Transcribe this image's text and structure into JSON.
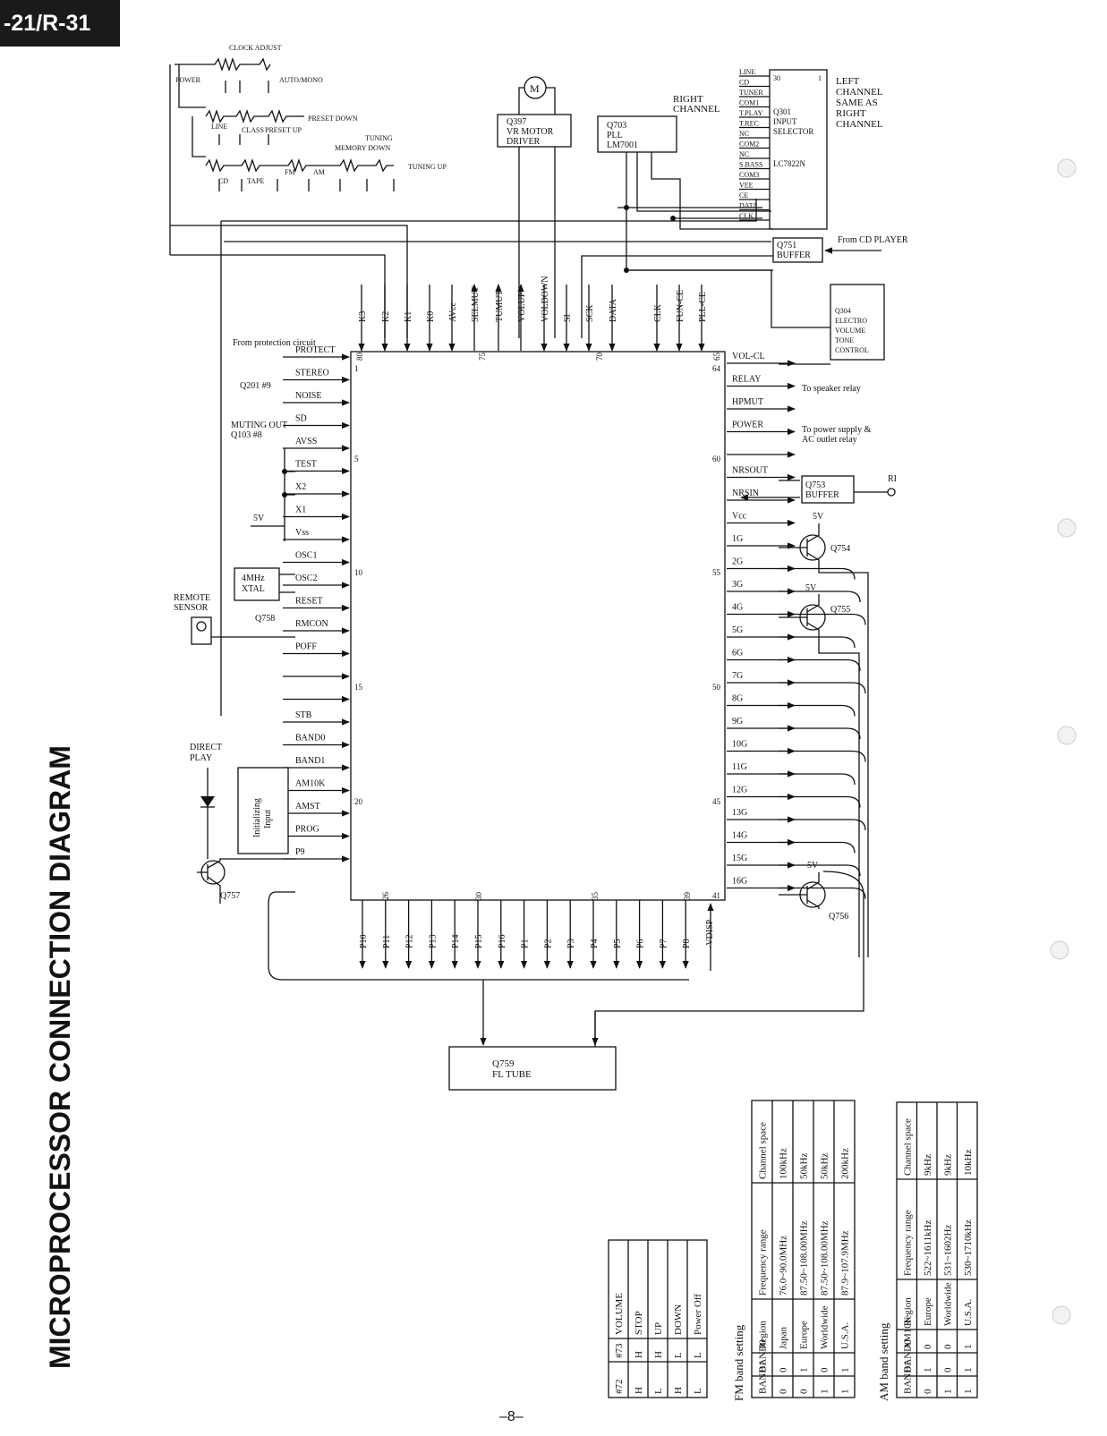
{
  "header": {
    "model_tab": "-21/R-31"
  },
  "page": {
    "side_title": "MICROPROCESSOR CONNECTION DIAGRAM",
    "page_number": "–8–"
  },
  "keys": {
    "clock_adjust": "CLOCK ADJUST",
    "power": "POWER",
    "auto_mono": "AUTO/MONO",
    "line": "LINE",
    "class": "CLASS",
    "preset_up": "PRESET UP",
    "preset_down": "PRESET DOWN",
    "tuning_down": "TUNING",
    "memory_down": "MEMORY DOWN",
    "tuning_up": "TUNING UP",
    "cd": "CD",
    "tape": "TAPE",
    "fm": "FM",
    "am": "AM"
  },
  "blocks": {
    "motor": "M",
    "q397": [
      "Q397",
      "VR MOTOR",
      "DRIVER"
    ],
    "q703": [
      "Q703",
      "PLL",
      "LM7001"
    ],
    "right_channel": [
      "RIGHT",
      "CHANNEL"
    ],
    "q301_inputs": [
      "LINE",
      "CD",
      "TUNER",
      "COM1",
      "T.PLAY",
      "T.REC",
      "NC",
      "COM2",
      "NC",
      "S.BASS",
      "COM3",
      "VEE",
      "CE",
      "DATA",
      "CLK"
    ],
    "q301_pins": [
      "30",
      "1"
    ],
    "q301_label": [
      "Q301",
      "INPUT",
      "SELECTOR"
    ],
    "q301_part": "LC7822N",
    "left_channel": [
      "LEFT",
      "CHANNEL",
      "SAME AS",
      "RIGHT",
      "CHANNEL"
    ],
    "q751": [
      "Q751",
      "BUFFER"
    ],
    "from_cd": "From CD PLAYER",
    "q304": [
      "Q304",
      "ELECTRO",
      "VOLUME",
      "TONE",
      "CONTROL"
    ],
    "q753": [
      "Q753",
      "BUFFER"
    ],
    "ri": "RI",
    "q754": "Q754",
    "q755": "Q755",
    "q756": "Q756",
    "q757": "Q757",
    "q758": "Q758",
    "fivev": "5V",
    "xtal": [
      "4MHz",
      "XTAL"
    ],
    "remote_sensor": [
      "REMOTE",
      "SENSOR"
    ],
    "direct_play": [
      "DIRECT",
      "PLAY"
    ],
    "init_input": [
      "Initializing",
      "Input"
    ],
    "q759": [
      "Q759",
      "FL TUBE"
    ]
  },
  "top_pins": [
    "K3",
    "K2",
    "K1",
    "K0",
    "AVcc",
    "SELMUT",
    "TUMUT",
    "VOLUP",
    "VOLDOWN",
    "SI",
    "SCK",
    "DATA",
    "CLK",
    "FUN-CE",
    "PLL-CE"
  ],
  "left_pins": [
    "PROTECT",
    "STEREO",
    "NOISE",
    "SD",
    "AVSS",
    "TEST",
    "X2",
    "X1",
    "Vss",
    "OSC1",
    "OSC2",
    "RESET",
    "RMCON",
    "POFF",
    "",
    "",
    "STB",
    "BAND0",
    "BAND1",
    "AM10K",
    "AMST",
    "PROG",
    "P9"
  ],
  "right_pins": [
    "VOL-CL",
    "RELAY",
    "HPMUT",
    "POWER",
    "",
    "NRSOUT",
    "NRSIN",
    "Vcc",
    "1G",
    "2G",
    "3G",
    "4G",
    "5G",
    "6G",
    "7G",
    "8G",
    "9G",
    "10G",
    "11G",
    "12G",
    "13G",
    "14G",
    "15G",
    "16G"
  ],
  "bottom_pins": [
    "P10",
    "P11",
    "P12",
    "P13",
    "P14",
    "P15",
    "P16",
    "P1",
    "P2",
    "P3",
    "P4",
    "P5",
    "P6",
    "P7",
    "P8",
    "-VDISP"
  ],
  "pin_numbers": {
    "top": [
      "80",
      "75",
      "70",
      "65"
    ],
    "top_right": "64",
    "left": [
      "1",
      "5",
      "10",
      "15",
      "20"
    ],
    "right": [
      "60",
      "55",
      "50",
      "45",
      "41"
    ],
    "bottom": [
      "26",
      "30",
      "35",
      "39"
    ]
  },
  "side_notes": {
    "protect_from": "From protection circuit",
    "q201": "Q201 #9",
    "muting_out": "MUTING OUT",
    "q103": "Q103 #8",
    "to_speaker": "To speaker relay",
    "to_power": [
      "To power supply &",
      "AC outlet relay"
    ]
  },
  "tables": {
    "volume": {
      "columns": [
        "#72",
        "#73",
        "VOLUME"
      ],
      "rows": [
        [
          "H",
          "H",
          "STOP"
        ],
        [
          "L",
          "H",
          "UP"
        ],
        [
          "H",
          "L",
          "DOWN"
        ],
        [
          "L",
          "L",
          "Power Off"
        ]
      ]
    },
    "fm": {
      "title": "FM band setting",
      "columns": [
        "BAND1",
        "BAND0",
        "Region",
        "Frequency range",
        "Channel space"
      ],
      "rows": [
        [
          "0",
          "0",
          "Japan",
          "76.0~90.0MHz",
          "100kHz"
        ],
        [
          "0",
          "1",
          "Europe",
          "87.50~108.00MHz",
          "50kHz"
        ],
        [
          "1",
          "0",
          "Worldwide",
          "87.50~108.00MHz",
          "50kHz"
        ],
        [
          "1",
          "1",
          "U.S.A.",
          "87.9~107.9MHz",
          "200kHz"
        ]
      ]
    },
    "am": {
      "title": "AM band setting",
      "columns": [
        "BAND1",
        "BAND0",
        "AM10K",
        "Region",
        "Frequency range",
        "Channel space"
      ],
      "rows": [
        [
          "0",
          "1",
          "0",
          "Europe",
          "522~1611kHz",
          "9kHz"
        ],
        [
          "1",
          "0",
          "0",
          "Worldwide",
          "531~1602Hz",
          "9kHz"
        ],
        [
          "1",
          "1",
          "1",
          "U.S.A.",
          "530~1710kHz",
          "10kHz"
        ]
      ]
    }
  }
}
